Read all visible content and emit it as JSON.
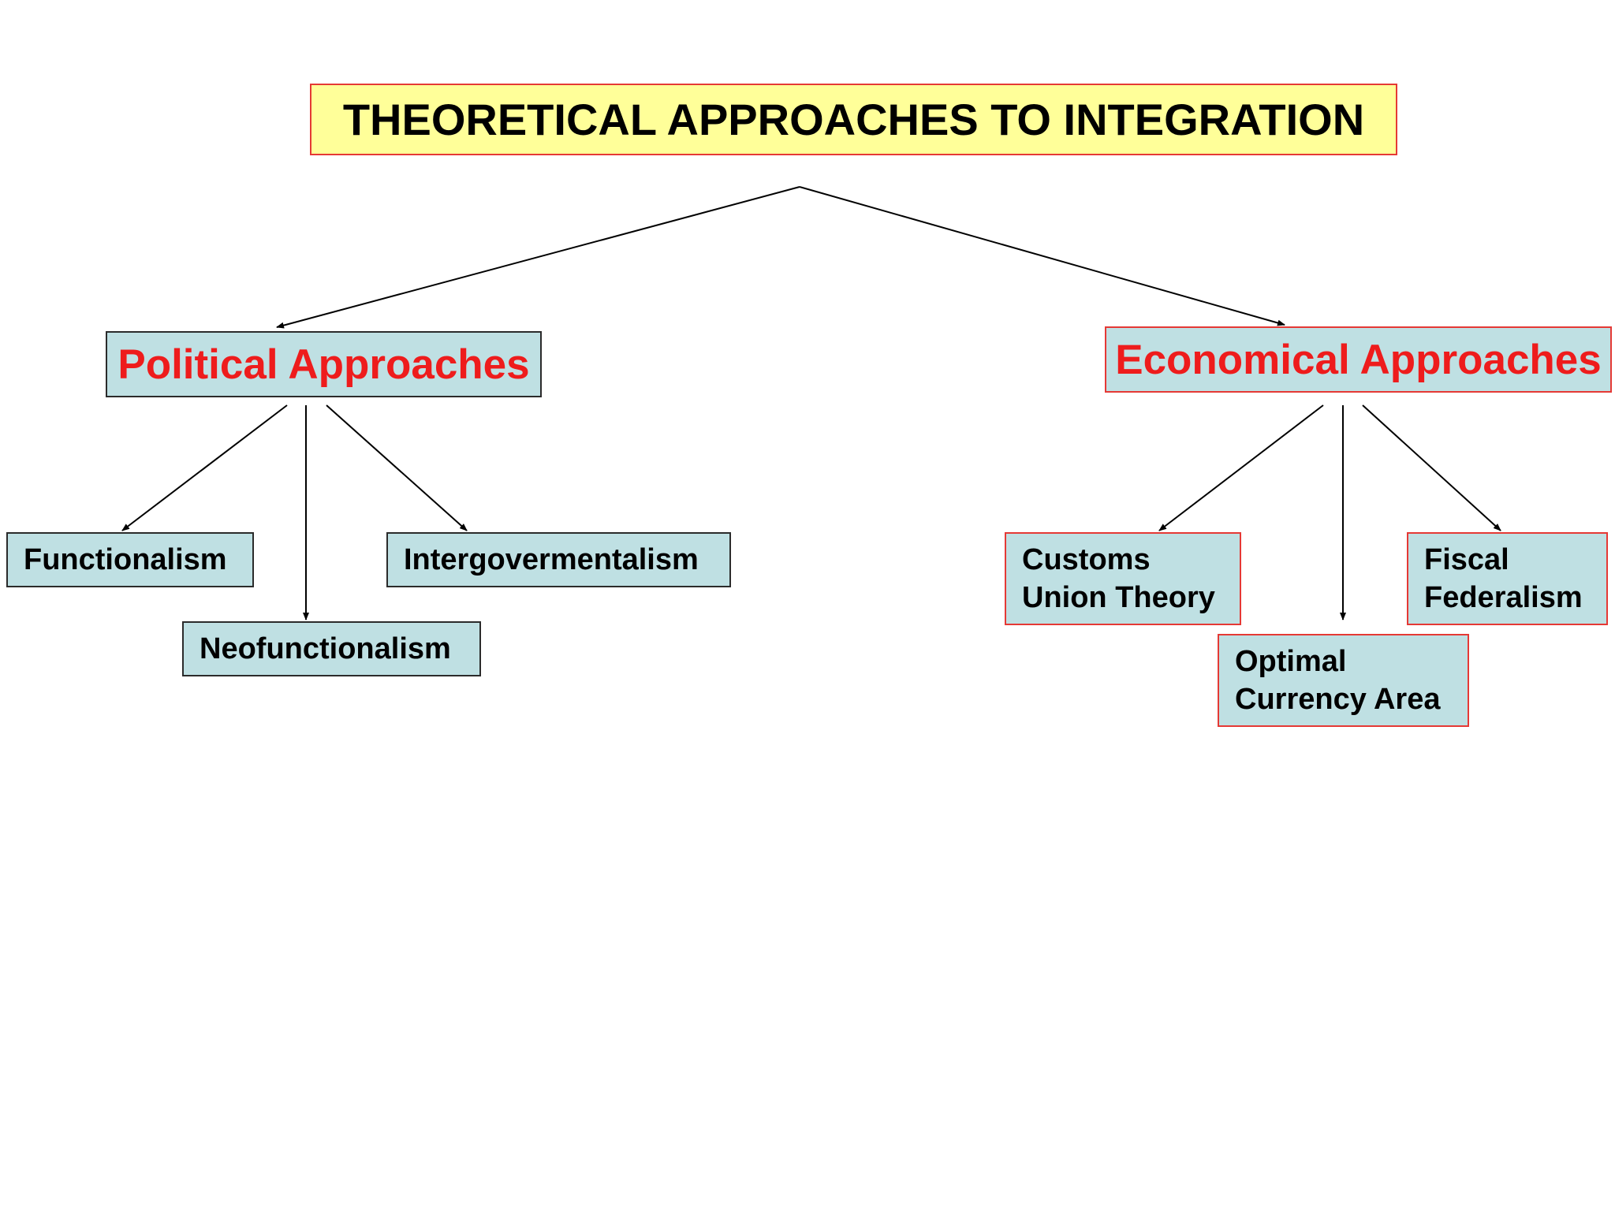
{
  "title": "THEORETICAL APPROACHES TO INTEGRATION",
  "categories": {
    "political": {
      "label": "Political Approaches",
      "items": {
        "functionalism": "Functionalism",
        "neofunctionalism": "Neofunctionalism",
        "intergovernmentalism": "Intergovermentalism"
      }
    },
    "economic": {
      "label": "Economical Approaches",
      "items": {
        "customs_union": "Customs\nUnion Theory",
        "optimal_currency_area": "Optimal\nCurrency Area",
        "fiscal_federalism": "Fiscal\nFederalism"
      }
    }
  },
  "colors": {
    "title_fill": "#ffff99",
    "box_fill": "#bfe0e3",
    "accent_red": "#ee1c1c",
    "border_dark": "#2b2b2b"
  }
}
